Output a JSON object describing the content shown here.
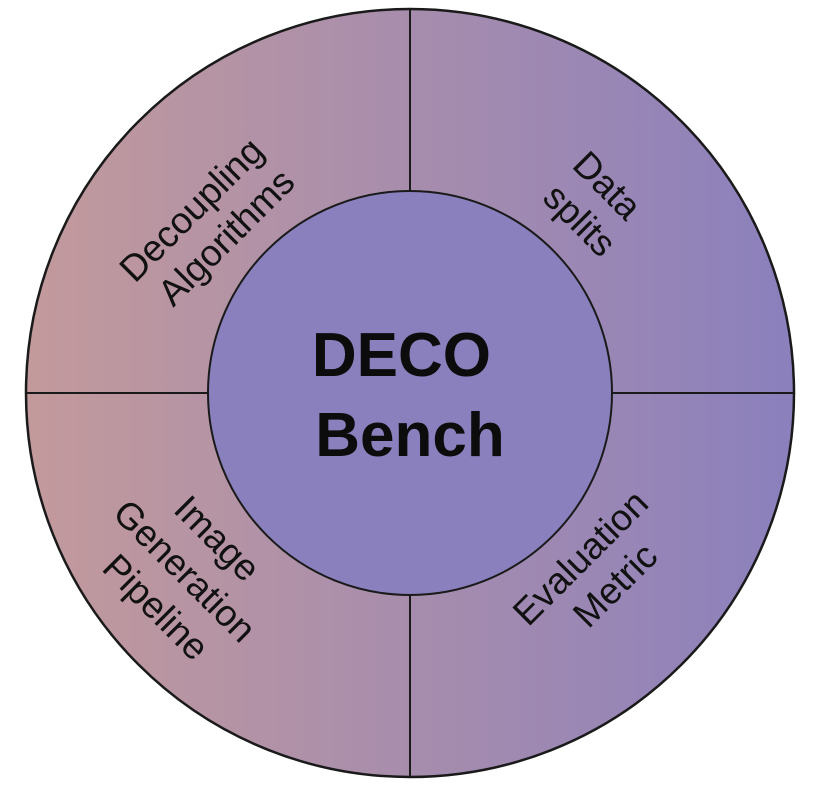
{
  "center": {
    "lines": [
      "DECO",
      "Bench"
    ]
  },
  "quadrants": {
    "top_left": {
      "lines": [
        "Decoupling",
        "Algorithms"
      ]
    },
    "top_right": {
      "lines": [
        "Data",
        "splits"
      ]
    },
    "bottom_left": {
      "lines": [
        "Image",
        "Generation",
        "Pipeline"
      ]
    },
    "bottom_right": {
      "lines": [
        "Evaluation",
        "Metric"
      ]
    }
  },
  "colors": {
    "gradient_left": "#c39a9c",
    "gradient_right": "#8b80bd",
    "center_fill": "#8a80bd",
    "stroke": "#1a1a1a"
  }
}
